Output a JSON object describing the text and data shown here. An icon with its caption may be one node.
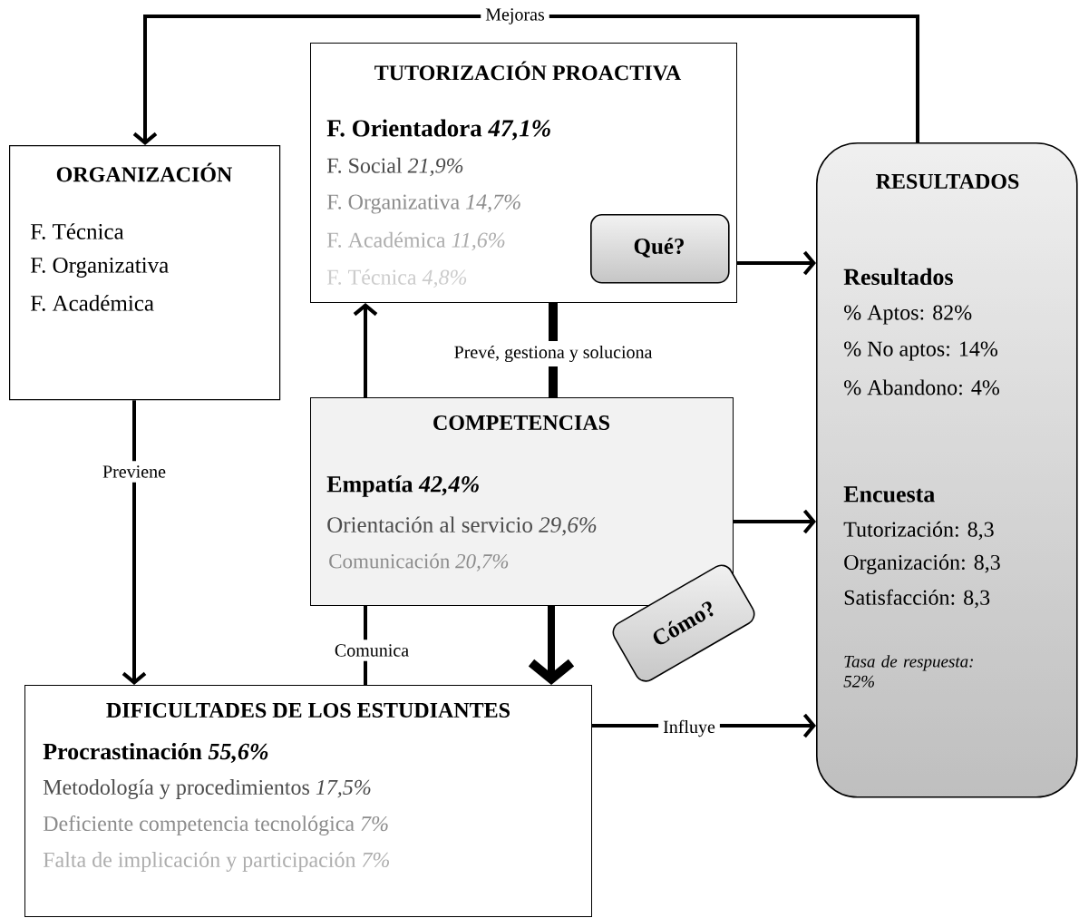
{
  "diagram": {
    "nodes": [
      {
        "text": [
          "ORGANIZACIÓN",
          "F. Técnica",
          "F. Organizativa",
          "F. Académica"
        ]
      },
      {
        "text": [
          "TUTORIZACIÓN PROACTIVA",
          "F. Orientadora *47,1%*",
          "F. Social *21,9%*",
          "F. Organizativa *14,7%*",
          "F. Académica *11,6%*",
          "F. Técnica *4,8%*"
        ]
      },
      {
        "text": [
          "Qué?"
        ],
        "in": 1
      },
      {
        "text": [
          "RESULTADOS",
          "Resultados",
          "% Aptos: 82%",
          "% No aptos: 14%",
          "% Abandono: 4%",
          "Encuesta",
          "Tutorización: 8,3",
          "Organización: 8,3",
          "Satisfacción: 8,3",
          "Tasa de respuesta: 52%"
        ]
      },
      {
        "text": [
          "COMPETENCIAS",
          "Empatía *42,4%*",
          "Orientación al servicio *29,6%*",
          "Comunicación *20,7%*"
        ]
      },
      {
        "text": [
          "Cómo?"
        ]
      },
      {
        "text": [
          "DIFICULTADES DE LOS ESTUDIANTES",
          "Procrastinación *55,6%*",
          "Metodología y procedimientos *17,5%*",
          "Deficiente competencia tecnológica *7%*",
          "Falta de implicación y participación *7%*"
        ]
      }
    ],
    "edges": [
      {
        "from": 3,
        "to": 0,
        "arrow": "to",
        "label": "Mejoras"
      },
      {
        "from": 1,
        "to": 3,
        "arrow": "to"
      },
      {
        "from": 4,
        "to": 1,
        "arrow": "to"
      },
      {
        "from": 1,
        "to": 4,
        "arrow": "none",
        "label": "Prevé, gestiona y soluciona",
        "style": "thick"
      },
      {
        "from": 0,
        "to": 6,
        "arrow": "to",
        "label": "Previene"
      },
      {
        "from": 4,
        "to": 3,
        "arrow": "to"
      },
      {
        "from": 4,
        "to": 6,
        "arrow": "none",
        "label": "Comunica"
      },
      {
        "from": 4,
        "to": 6,
        "arrow": "to",
        "style": "thick"
      },
      {
        "from": 6,
        "to": 3,
        "arrow": "to",
        "label": "Influye"
      }
    ]
  }
}
